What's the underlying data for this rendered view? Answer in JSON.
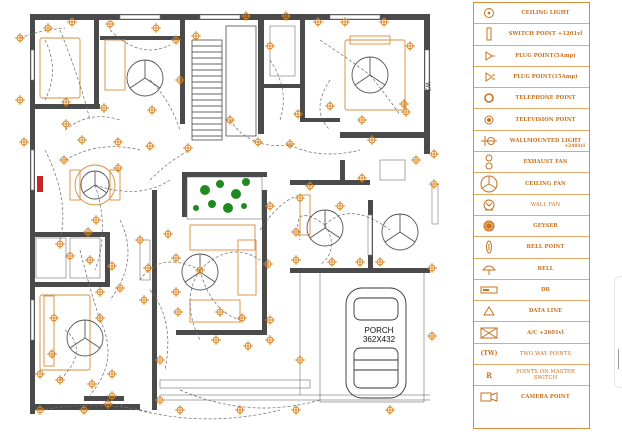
{
  "plan": {
    "porch_label": "PORCH",
    "porch_size": "362X432",
    "right_mark": "W3"
  },
  "legend": {
    "items": [
      {
        "id": "ceiling-light",
        "label": "CEILING LIGHT",
        "note": "",
        "style": "bold"
      },
      {
        "id": "switch-point",
        "label": "SWITCH POINT  +1201vl",
        "note": "",
        "style": "bold"
      },
      {
        "id": "plug-point-5",
        "label": "PLUG POINT(5Amp)",
        "note": "",
        "style": "bold"
      },
      {
        "id": "plug-point-15",
        "label": "PLUG POINT(15Amp)",
        "note": "",
        "style": "bold"
      },
      {
        "id": "telephone-point",
        "label": "TELEPHONE POINT",
        "note": "",
        "style": "bold"
      },
      {
        "id": "television-point",
        "label": "TELEVISION POINT",
        "note": "",
        "style": "bold"
      },
      {
        "id": "wall-light",
        "label": "WALLMOUNTED LIGHT",
        "note": "+2401vl",
        "style": "bold"
      },
      {
        "id": "exhaust-fan",
        "label": "EXHAUST FAN",
        "note": "",
        "style": "bold"
      },
      {
        "id": "ceiling-fan",
        "label": "CEILING FAN",
        "note": "",
        "style": "bold"
      },
      {
        "id": "wall-fan",
        "label": "WALL FAN",
        "note": "",
        "style": "plain"
      },
      {
        "id": "geyser",
        "label": "GEYSER",
        "note": "",
        "style": "bold"
      },
      {
        "id": "bell-point",
        "label": "BELL POINT",
        "note": "",
        "style": "bold"
      },
      {
        "id": "bell",
        "label": "BELL",
        "note": "",
        "style": "bold"
      },
      {
        "id": "db",
        "label": "DB",
        "note": "",
        "style": "bold"
      },
      {
        "id": "data-line",
        "label": "DATA LINE",
        "note": "",
        "style": "bold"
      },
      {
        "id": "ac",
        "label": "A/C +2601vl",
        "note": "",
        "style": "bold"
      },
      {
        "id": "two-way",
        "label": "TWO WAY POINTS",
        "note": "",
        "style": "plain"
      },
      {
        "id": "master-switch",
        "label": "POINTS ON MASTER SWITCH",
        "note": "",
        "style": "plain"
      },
      {
        "id": "camera",
        "label": "CAMERA POINT",
        "note": "",
        "style": "bold"
      }
    ],
    "symbol_texts": {
      "two_way": "(TW)",
      "master": "R"
    }
  },
  "colors": {
    "wall": "#4a4a4a",
    "wire": "#6a6a6a",
    "fixture": "#d9831f",
    "legend_text": "#c9711d",
    "plant": "#1f8a1f",
    "furniture": "#d98c3a"
  }
}
